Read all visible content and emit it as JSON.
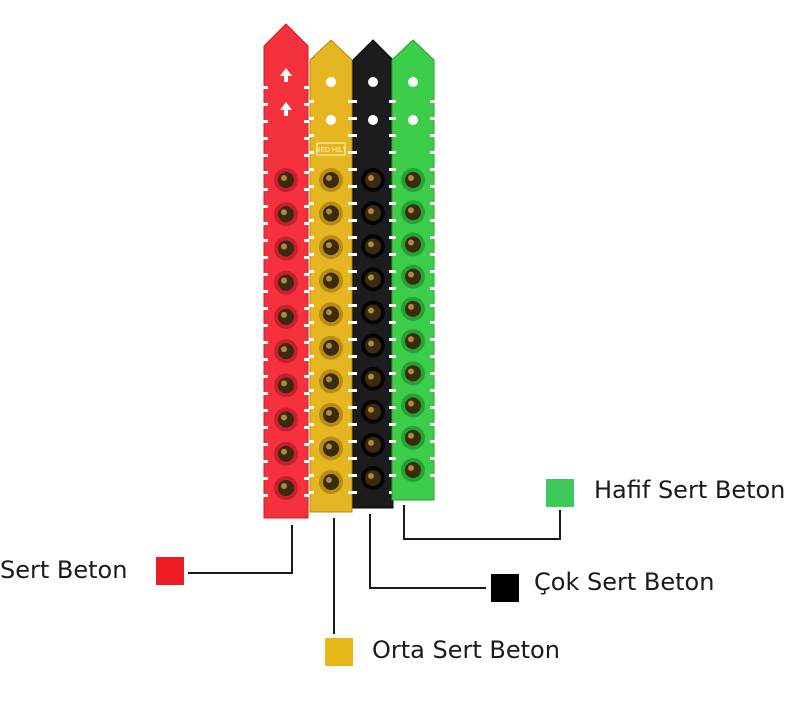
{
  "strips": [
    {
      "key": "red",
      "color": "#f5313d",
      "dark": "#c81f2a",
      "stamp": ""
    },
    {
      "key": "yellow",
      "color": "#e6b622",
      "dark": "#b88c12",
      "stamp": "RED HILT"
    },
    {
      "key": "black",
      "color": "#1c1c1c",
      "dark": "#050505",
      "stamp": ""
    },
    {
      "key": "green",
      "color": "#3ccd4a",
      "dark": "#24a332",
      "stamp": ""
    }
  ],
  "rounds_per_strip": 10,
  "legend": [
    {
      "key": "red",
      "label": "Sert Beton",
      "color": "#ee1c25"
    },
    {
      "key": "yellow",
      "label": "Orta Sert Beton",
      "color": "#e6b817"
    },
    {
      "key": "black",
      "label": "Çok Sert Beton",
      "color": "#000000"
    },
    {
      "key": "green",
      "label": "Hafif Sert Beton",
      "color": "#3cc95a"
    }
  ],
  "line_color": "#1a1a1a"
}
